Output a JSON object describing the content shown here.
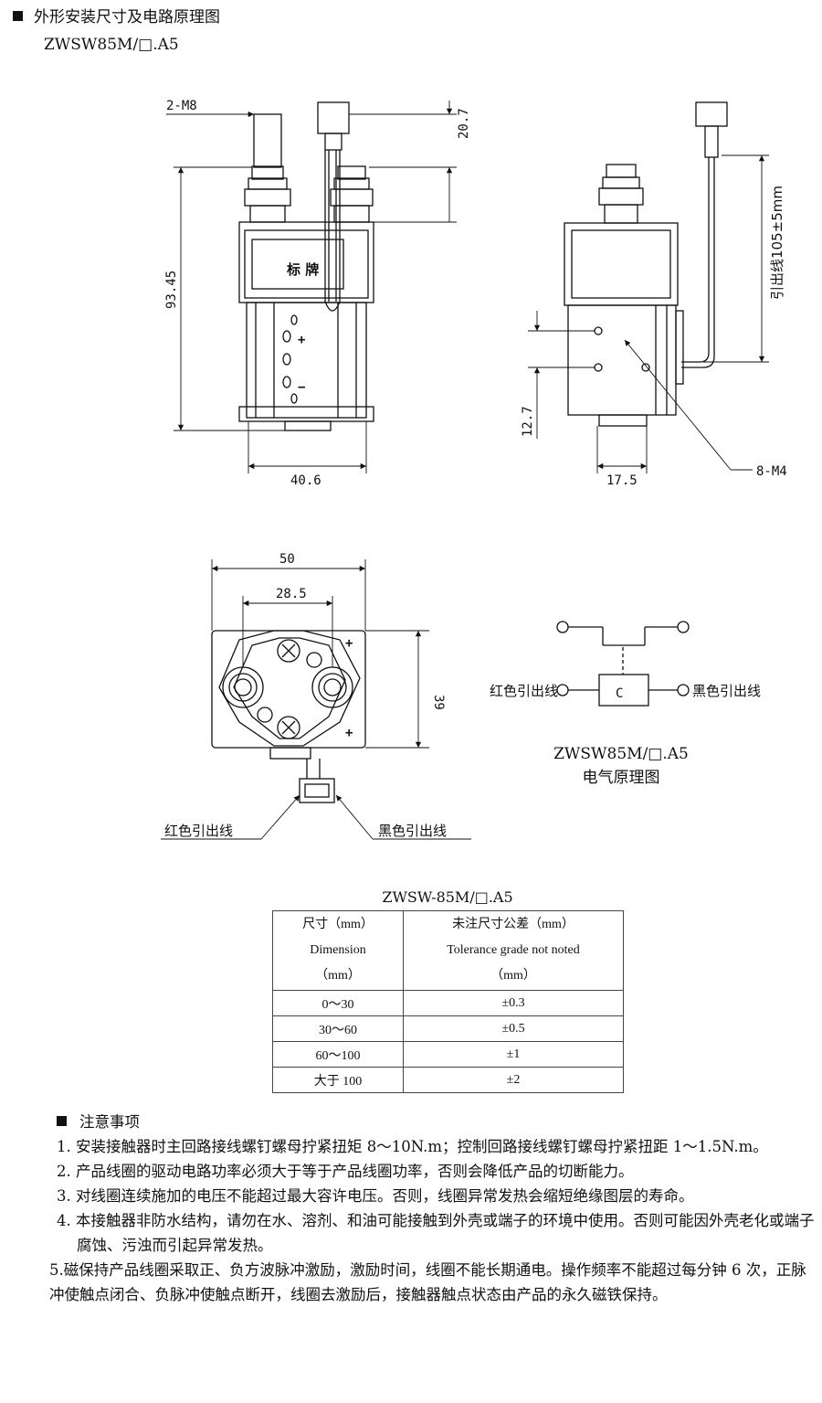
{
  "header": {
    "title": "外形安装尺寸及电路原理图",
    "model": "ZWSW85M/□.A5"
  },
  "front_view": {
    "dim_terminal": "2-M8",
    "dim_connector_height": "20.7",
    "dim_total_height": "93.45",
    "dim_width": "40.6",
    "label_plate": "标 牌",
    "polarity_plus": "+",
    "polarity_minus": "−"
  },
  "side_view": {
    "dim_lead": "引出线105±5mm",
    "dim_height": "12.7",
    "dim_width": "17.5",
    "dim_screw": "8-M4"
  },
  "top_view": {
    "dim_width": "50",
    "dim_terminal_spacing": "28.5",
    "dim_depth": "39",
    "plus_a": "+",
    "plus_b": "+",
    "red_lead": "红色引出线",
    "black_lead": "黑色引出线"
  },
  "schematic": {
    "coil_label": "C",
    "red_lead": "红色引出线",
    "black_lead": "黑色引出线",
    "caption_model": "ZWSW85M/□.A5",
    "caption_title": "电气原理图"
  },
  "tolerance_table": {
    "title": "ZWSW-85M/□.A5",
    "header_dim": [
      "尺寸（mm）",
      "Dimension",
      "（mm）"
    ],
    "header_tol": [
      "未注尺寸公差（mm）",
      "Tolerance grade not noted",
      "（mm）"
    ],
    "rows": [
      {
        "dim": "0～30",
        "tol": "±0.3"
      },
      {
        "dim": "30～60",
        "tol": "±0.5"
      },
      {
        "dim": "60～100",
        "tol": "±1"
      },
      {
        "dim": "大于 100",
        "tol": "±2"
      }
    ]
  },
  "notes": {
    "heading": "注意事项",
    "items": [
      "1. 安装接触器时主回路接线螺钉螺母拧紧扭矩 8～10N.m；控制回路接线螺钉螺母拧紧扭距 1～1.5N.m。",
      "2. 产品线圈的驱动电路功率必须大于等于产品线圈功率，否则会降低产品的切断能力。",
      "3. 对线圈连续施加的电压不能超过最大容许电压。否则，线圈异常发热会缩短绝缘图层的寿命。",
      "4. 本接触器非防水结构，请勿在水、溶剂、和油可能接触到外壳或端子的环境中使用。否则可能因外壳老化或端子腐蚀、污浊而引起异常发热。",
      "5.磁保持产品线圈采取正、负方波脉冲激励，激励时间，线圈不能长期通电。操作频率不能超过每分钟 6 次，正脉冲使触点闭合、负脉冲使触点断开，线圈去激励后，接触器触点状态由产品的永久磁铁保持。"
    ]
  }
}
